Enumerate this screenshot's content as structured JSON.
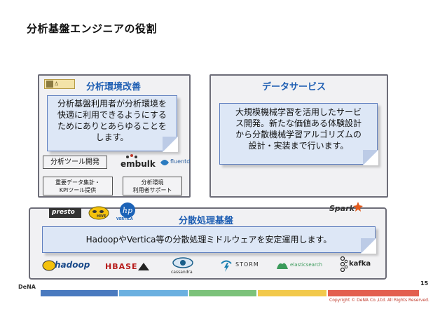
{
  "title": "分析基盤エンジニアの役割",
  "left_panel": {
    "heading": "分析環境改善",
    "note_lines": [
      "分析基盤利用者が分析環境を",
      "快適に利用できるようにする",
      "ためにありとあらゆることを",
      "します。"
    ],
    "tool_dev": "分析ツール開発",
    "kpi_lines": [
      "重要データ集計・",
      "KPIツール提供"
    ],
    "support_lines": [
      "分析環境",
      "利用者サポート"
    ],
    "logos": {
      "embulk": "embulk",
      "fluentd": "fluentd"
    }
  },
  "right_panel": {
    "heading": "データサービス",
    "note_lines": [
      "大規模機械学習を活用したサービ",
      "ス開発。新たな価値ある体験設計",
      "から分散機械学習アルゴリズムの",
      "設計・実装まで行います。"
    ]
  },
  "bottom_panel": {
    "heading": "分散処理基盤",
    "note": "HadoopやVertica等の分散処理ミドルウェアを安定運用します。",
    "top_logos": {
      "presto": "presto",
      "hive": "HIVE",
      "vertica": "VERTICA",
      "spark": "Spark"
    },
    "bottom_logos": {
      "hadoop": "hadoop",
      "hbase": "HBASE",
      "cassandra": "cassandra",
      "storm": "STORM",
      "elasticsearch": "elasticsearch",
      "kafka": "kafka"
    }
  },
  "footer": {
    "page_number": "15",
    "copyright": "Copyright © DeNA Co.,Ltd. All Rights Reserved.",
    "brand": "DeNA"
  },
  "colors": {
    "heading_blue": "#1f5fb3",
    "note_fill": "#dde7f6",
    "note_border": "#5f7fbf",
    "panel_border": "#6d6d78"
  }
}
